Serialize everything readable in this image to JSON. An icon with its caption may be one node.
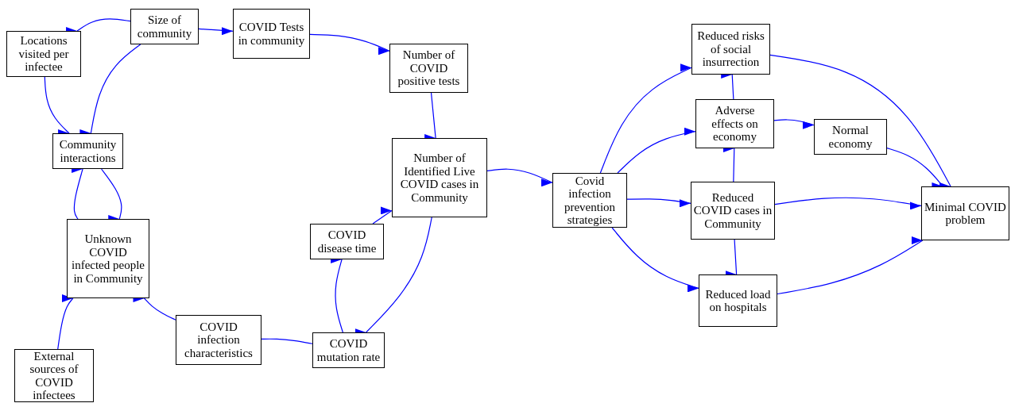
{
  "diagram": {
    "nodes": [
      {
        "text": [
          "Size of community"
        ]
      },
      {
        "text": [
          "Locations visited per infectee"
        ]
      },
      {
        "text": [
          "COVID Tests in community"
        ]
      },
      {
        "text": [
          "Number of COVID positive tests"
        ]
      },
      {
        "text": [
          "Community interactions"
        ]
      },
      {
        "text": [
          "Number of Identified Live COVID cases in Community"
        ]
      },
      {
        "text": [
          "Unknown COVID infected people in Community"
        ]
      },
      {
        "text": [
          "COVID disease time"
        ]
      },
      {
        "text": [
          "External sources of COVID infectees"
        ]
      },
      {
        "text": [
          "COVID infection characteristics"
        ]
      },
      {
        "text": [
          "COVID mutation rate"
        ]
      },
      {
        "text": [
          "Covid infection prevention strategies"
        ]
      },
      {
        "text": [
          "Reduced risks of social insurrection"
        ]
      },
      {
        "text": [
          "Adverse effects on economy"
        ]
      },
      {
        "text": [
          "Normal economy"
        ]
      },
      {
        "text": [
          "Reduced COVID cases in Community"
        ]
      },
      {
        "text": [
          "Minimal COVID problem"
        ]
      },
      {
        "text": [
          "Reduced load on hospitals"
        ]
      }
    ],
    "edges": [
      {
        "from": 0,
        "to": 1,
        "arrow": "to"
      },
      {
        "from": 0,
        "to": 2,
        "arrow": "to"
      },
      {
        "from": 0,
        "to": 4,
        "arrow": "to"
      },
      {
        "from": 1,
        "to": 4,
        "arrow": "to"
      },
      {
        "from": 2,
        "to": 3,
        "arrow": "to"
      },
      {
        "from": 3,
        "to": 5,
        "arrow": "to"
      },
      {
        "from": 4,
        "to": 6,
        "arrow": "to"
      },
      {
        "from": 6,
        "to": 4,
        "arrow": "to"
      },
      {
        "from": 5,
        "to": 10,
        "arrow": "to"
      },
      {
        "from": 10,
        "to": 7,
        "arrow": "to"
      },
      {
        "from": 7,
        "to": 5,
        "arrow": "to"
      },
      {
        "from": 10,
        "to": 9,
        "arrow": "to"
      },
      {
        "from": 9,
        "to": 6,
        "arrow": "to"
      },
      {
        "from": 8,
        "to": 6,
        "arrow": "to"
      },
      {
        "from": 5,
        "to": 11,
        "arrow": "to"
      },
      {
        "from": 11,
        "to": 12,
        "arrow": "to"
      },
      {
        "from": 11,
        "to": 13,
        "arrow": "to"
      },
      {
        "from": 11,
        "to": 15,
        "arrow": "to"
      },
      {
        "from": 11,
        "to": 17,
        "arrow": "to"
      },
      {
        "from": 13,
        "to": 12,
        "arrow": "to"
      },
      {
        "from": 13,
        "to": 14,
        "arrow": "to"
      },
      {
        "from": 15,
        "to": 13,
        "arrow": "to"
      },
      {
        "from": 15,
        "to": 16,
        "arrow": "to"
      },
      {
        "from": 15,
        "to": 17,
        "arrow": "to"
      },
      {
        "from": 12,
        "to": 16,
        "arrow": "to"
      },
      {
        "from": 14,
        "to": 16,
        "arrow": "to"
      },
      {
        "from": 17,
        "to": 16,
        "arrow": "to"
      }
    ]
  }
}
